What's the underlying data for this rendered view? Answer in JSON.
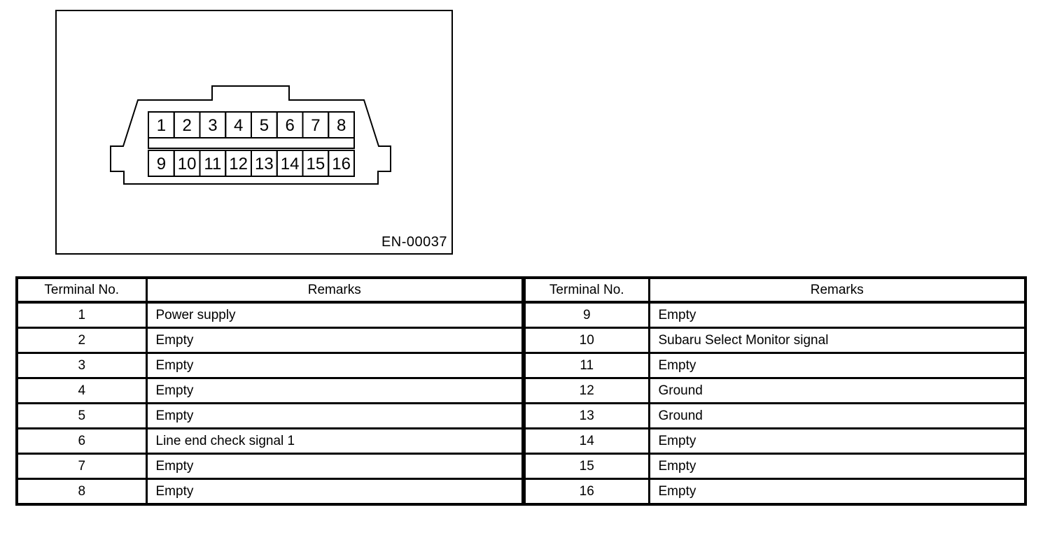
{
  "figure": {
    "code": "EN-00037",
    "pins_top_row": [
      "1",
      "2",
      "3",
      "4",
      "5",
      "6",
      "7",
      "8"
    ],
    "pins_bottom_row": [
      "9",
      "10",
      "11",
      "12",
      "13",
      "14",
      "15",
      "16"
    ]
  },
  "pin_table": {
    "headers": [
      "Terminal No.",
      "Remarks",
      "Terminal No.",
      "Remarks"
    ],
    "rows": [
      [
        "1",
        "Power supply",
        "9",
        "Empty"
      ],
      [
        "2",
        "Empty",
        "10",
        "Subaru Select Monitor signal"
      ],
      [
        "3",
        "Empty",
        "11",
        "Empty"
      ],
      [
        "4",
        "Empty",
        "12",
        "Ground"
      ],
      [
        "5",
        "Empty",
        "13",
        "Ground"
      ],
      [
        "6",
        "Line end check signal 1",
        "14",
        "Empty"
      ],
      [
        "7",
        "Empty",
        "15",
        "Empty"
      ],
      [
        "8",
        "Empty",
        "16",
        "Empty"
      ]
    ]
  },
  "colors": {
    "line": "#000000",
    "background": "#ffffff"
  }
}
